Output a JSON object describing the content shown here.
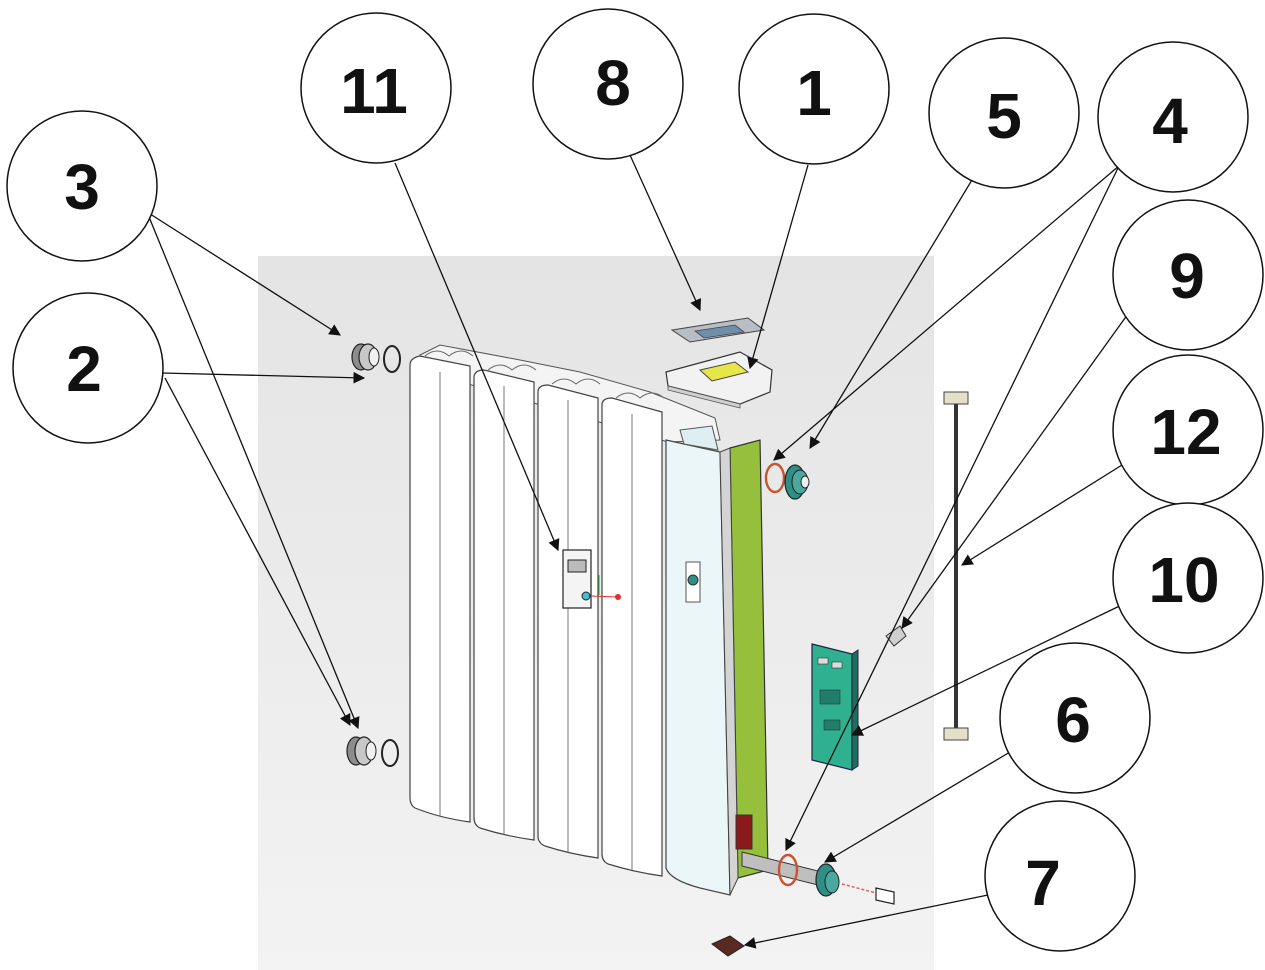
{
  "callouts": [
    {
      "id": "c1",
      "label": "1"
    },
    {
      "id": "c2",
      "label": "2"
    },
    {
      "id": "c3",
      "label": "3"
    },
    {
      "id": "c4",
      "label": "4"
    },
    {
      "id": "c5",
      "label": "5"
    },
    {
      "id": "c6",
      "label": "6"
    },
    {
      "id": "c7",
      "label": "7"
    },
    {
      "id": "c8",
      "label": "8"
    },
    {
      "id": "c9",
      "label": "9"
    },
    {
      "id": "c10",
      "label": "10"
    },
    {
      "id": "c11",
      "label": "11"
    },
    {
      "id": "c12",
      "label": "12"
    }
  ],
  "colors": {
    "backdrop": "#eeeeee",
    "panel_face": "#ffffff",
    "side_panel": "#eaf6f8",
    "green_strip": "#96c03c",
    "teal_part": "#2e8f87",
    "control_display": "#e6e64a",
    "gasket_ring": "#c9532e",
    "circuit_board": "#2fb08f",
    "cable": "#333333",
    "leader_line": "#111111"
  }
}
